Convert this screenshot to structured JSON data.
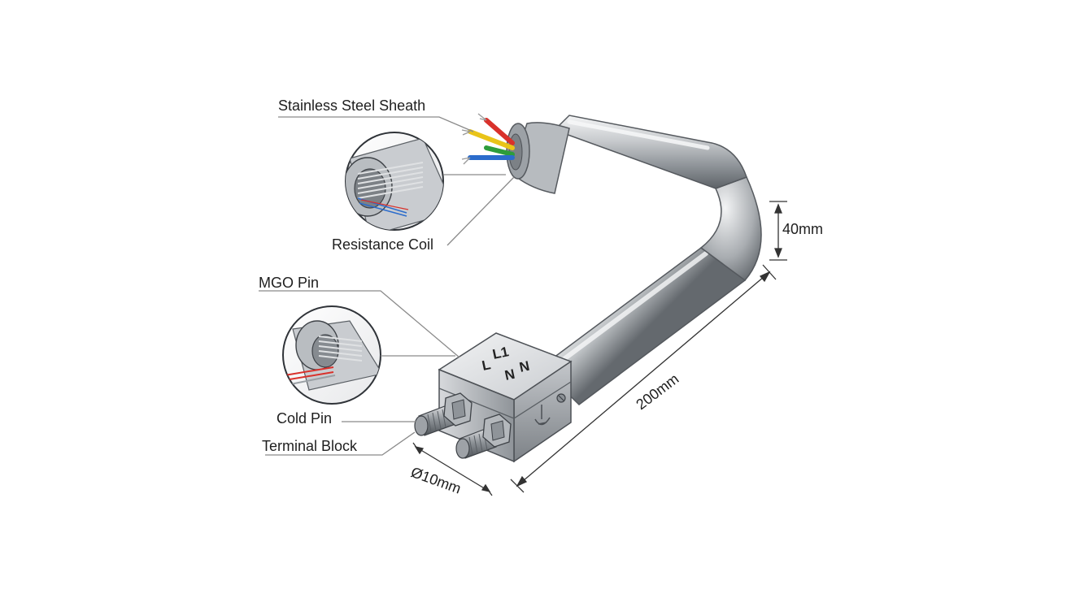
{
  "labels": {
    "stainless_steel_sheath": "Stainless Steel Sheath",
    "resistance_coil": "Resistance Coil",
    "mgo_pin": "MGO Pin",
    "cold_pin": "Cold Pin",
    "terminal_block": "Terminal Block"
  },
  "dimensions": {
    "bend_height": "40mm",
    "length": "200mm",
    "diameter": "Ø10mm"
  },
  "terminal_marks": {
    "l1": "L1",
    "l": "L",
    "n_top": "N",
    "n_bottom": "N"
  },
  "colors": {
    "steel_light": "#e8eaec",
    "steel_mid": "#b9bdc1",
    "steel_dark": "#6e7378",
    "wire_red": "#d9312b",
    "wire_yellow": "#e9c419",
    "wire_green": "#2e9d3c",
    "wire_blue": "#2b6ccc",
    "leader_line": "#8a8a8a"
  }
}
